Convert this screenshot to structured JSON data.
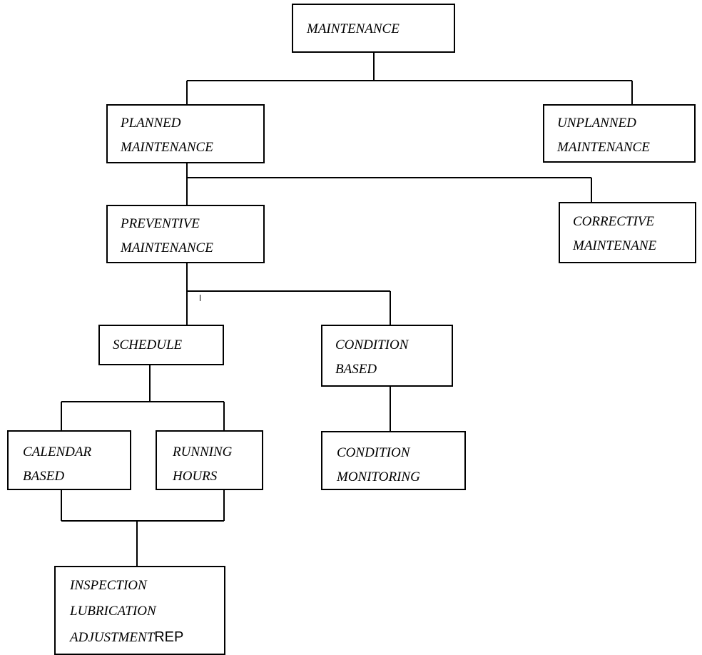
{
  "diagram": {
    "nodes": {
      "maintenance": {
        "lines": [
          "MAINTENANCE"
        ]
      },
      "planned": {
        "lines": [
          "PLANNED",
          "MAINTENANCE"
        ]
      },
      "unplanned": {
        "lines": [
          "UNPLANNED",
          "MAINTENANCE"
        ]
      },
      "preventive": {
        "lines": [
          "PREVENTIVE",
          "MAINTENANCE"
        ]
      },
      "corrective": {
        "lines": [
          "CORRECTIVE",
          "MAINTENANE"
        ]
      },
      "schedule": {
        "lines": [
          "SCHEDULE"
        ]
      },
      "condition_based": {
        "lines": [
          "CONDITION",
          "BASED"
        ]
      },
      "calendar_based": {
        "lines": [
          "CALENDAR",
          "BASED"
        ]
      },
      "running_hours": {
        "lines": [
          "RUNNING",
          "HOURS"
        ]
      },
      "condition_monitoring": {
        "lines": [
          "CONDITION",
          "MONITORING"
        ]
      },
      "inspection": {
        "lines": [
          "INSPECTION",
          "LUBRICATION",
          "ADJUSTMENT"
        ],
        "suffix": "REP"
      }
    }
  }
}
